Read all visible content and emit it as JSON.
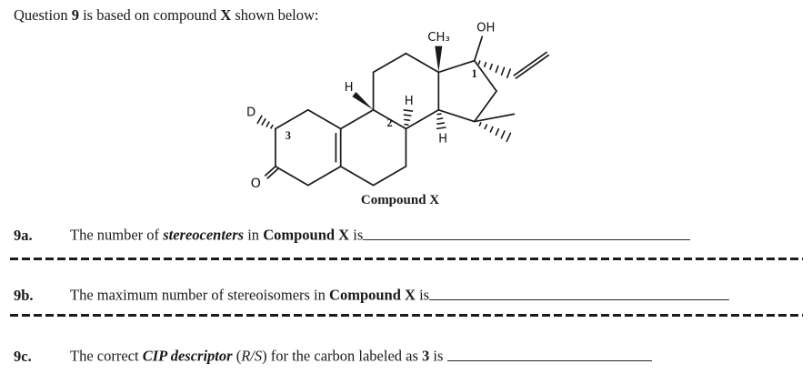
{
  "page": {
    "background": "#ffffff",
    "ink": "#1a1a1a"
  },
  "title": {
    "t1": "Question ",
    "b1": "9",
    "t2": " is based on compound ",
    "b2": "X",
    "t3": " shown below:"
  },
  "structure": {
    "caption": "Compound X",
    "atoms": {
      "ketone_oxygen": "O",
      "deuterium": "D",
      "angular_methyl": "CH₃",
      "hydroxyl": "OH",
      "h_ring_b": "H",
      "h_ring_c_top": "H",
      "h_ring_d_bottom": "H"
    },
    "locants": {
      "c1": "1",
      "c2": "2",
      "c3": "3"
    }
  },
  "questions": {
    "q9a": {
      "label": "9a.",
      "pre": "The number of ",
      "emph": "stereocenters",
      "mid": " in ",
      "compound": "Compound X",
      "post": " is"
    },
    "q9b": {
      "label": "9b.",
      "pre": "The maximum number of stereoisomers in ",
      "compound": "Compound X",
      "post": " is"
    },
    "q9c": {
      "label": "9c.",
      "pre": "The correct ",
      "emph": "CIP descriptor",
      "s1": " (",
      "rs": "R/S",
      "s2": ") for the carbon labeled as ",
      "num": "3",
      "post": " is "
    }
  }
}
